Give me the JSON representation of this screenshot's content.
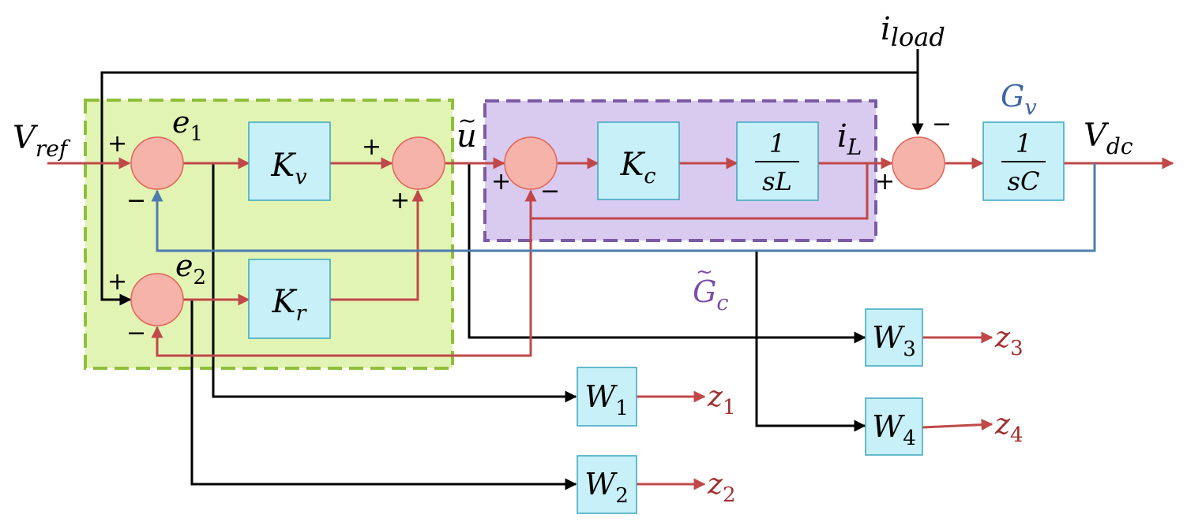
{
  "colors": {
    "signal_red": "#c04848",
    "signal_black": "#000000",
    "feedback_blue": "#4f7cae",
    "block_fill": "#c8f0f8",
    "block_stroke": "#3aa6bd",
    "sum_fill": "#f5b3aa",
    "outer_region_fill": "#e2f4b4",
    "outer_region_stroke": "#8fbf3a",
    "inner_region_fill": "#d9caf0",
    "inner_region_stroke": "#7b5aa6",
    "gv_label": "#3f66a0",
    "gc_label": "#7b4fa8",
    "z_label": "#a03030"
  },
  "signals": {
    "vref": {
      "base": "V",
      "sub": "ref"
    },
    "iload": {
      "base": "i",
      "sub": "load"
    },
    "vdc": {
      "base": "V",
      "sub": "dc"
    },
    "e1": {
      "base": "e",
      "sub": "1"
    },
    "e2": {
      "base": "e",
      "sub": "2"
    },
    "u_tilde": {
      "base": "u",
      "accent": "~"
    },
    "il": {
      "base": "i",
      "sub": "L"
    }
  },
  "blocks": {
    "kv": {
      "base": "K",
      "sub": "v"
    },
    "kr": {
      "base": "K",
      "sub": "r"
    },
    "kc": {
      "base": "K",
      "sub": "c"
    },
    "inv_sl": {
      "num": "1",
      "den": "sL"
    },
    "inv_sc": {
      "num": "1",
      "den": "sC"
    },
    "w1": {
      "base": "W",
      "sub": "1"
    },
    "w2": {
      "base": "W",
      "sub": "2"
    },
    "w3": {
      "base": "W",
      "sub": "3"
    },
    "w4": {
      "base": "W",
      "sub": "4"
    }
  },
  "outputs": {
    "z1": {
      "base": "z",
      "sub": "1"
    },
    "z2": {
      "base": "z",
      "sub": "2"
    },
    "z3": {
      "base": "z",
      "sub": "3"
    },
    "z4": {
      "base": "z",
      "sub": "4"
    }
  },
  "region_labels": {
    "gv": {
      "base": "G",
      "sub": "v"
    },
    "gc": {
      "base": "G",
      "sub": "c",
      "accent": "~"
    }
  },
  "signs": {
    "plus": "+",
    "minus": "−"
  }
}
